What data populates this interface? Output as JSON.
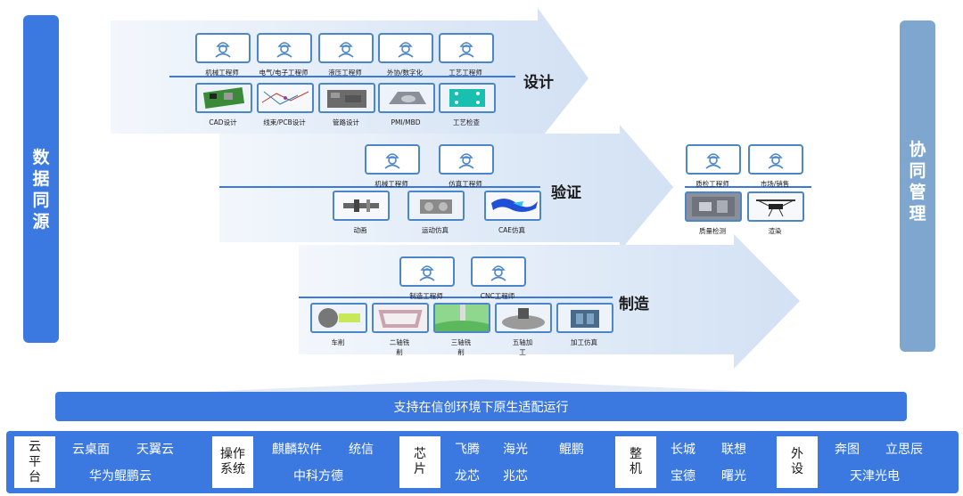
{
  "sides": {
    "left": [
      "数",
      "据",
      "同",
      "源"
    ],
    "right": [
      "协",
      "同",
      "管",
      "理"
    ]
  },
  "stages": {
    "design": {
      "label": "设计",
      "roles": [
        "机械工程师",
        "电气/电子工程师",
        "液压工程师",
        "外协/数字化",
        "工艺工程师"
      ],
      "tools": [
        "CAD设计",
        "线束/PCB设计",
        "管路设计",
        "PMI/MBD",
        "工艺检查"
      ]
    },
    "verify": {
      "label": "验证",
      "roles": [
        "机械工程师",
        "仿真工程师"
      ],
      "tools": [
        "动画",
        "运动仿真",
        "CAE仿真"
      ]
    },
    "manufacture": {
      "label": "制造",
      "roles": [
        "制造工程师",
        "CNC工程师"
      ],
      "tools": [
        "车削",
        "二轴铣\n削",
        "三轴铣\n削",
        "五轴加\n工",
        "加工仿真"
      ]
    },
    "quality": {
      "roles": [
        "质检工程师",
        "市场/销售"
      ],
      "tools": [
        "质量检测",
        "渲染"
      ]
    }
  },
  "banner": "支持在信创环境下原生适配运行",
  "platform": {
    "cloud": {
      "label": [
        "云",
        "平",
        "台"
      ],
      "items": [
        "云桌面",
        "天翼云",
        "华为鲲鹏云"
      ]
    },
    "os": {
      "label": [
        "操作",
        "系统"
      ],
      "items": [
        "麒麟软件",
        "统信",
        "中科方德"
      ]
    },
    "chip": {
      "label": [
        "芯",
        "片"
      ],
      "items": [
        "飞腾",
        "海光",
        "鲲鹏",
        "龙芯",
        "兆芯"
      ]
    },
    "machine": {
      "label": [
        "整",
        "机"
      ],
      "items": [
        "长城",
        "联想",
        "宝德",
        "曙光"
      ]
    },
    "peripheral": {
      "label": [
        "外",
        "设"
      ],
      "items": [
        "奔图",
        "立思辰",
        "天津光电"
      ]
    }
  },
  "colors": {
    "accent": "#3b78e0",
    "side_right": "#7ea6cf",
    "arrow": "#dbe7f6"
  }
}
